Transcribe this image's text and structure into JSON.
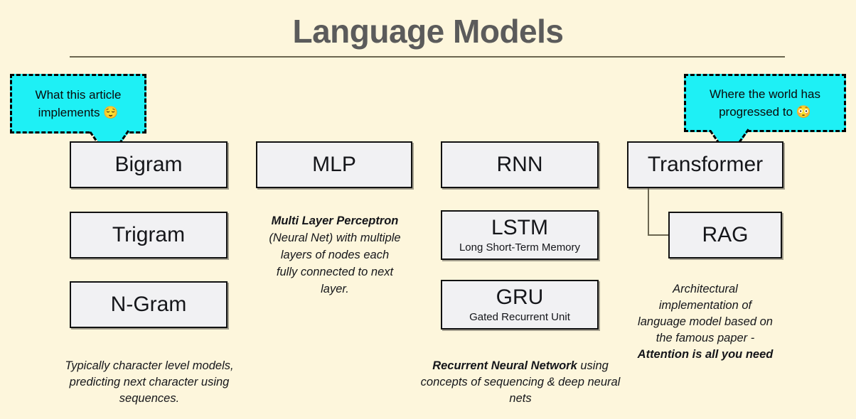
{
  "page": {
    "title": "Language Models",
    "background_color": "#fdf6dc",
    "box_fill_color": "#f1f1f3",
    "box_border_color": "#111111",
    "callout_color": "#1ef0f5",
    "title_color": "#5b5b5b"
  },
  "callouts": [
    {
      "id": "left-callout",
      "text": "What this article implements 😌",
      "emoji": "😌",
      "points_to": "Bigram"
    },
    {
      "id": "right-callout",
      "text": "Where the world has progressed to 😳",
      "emoji": "😳",
      "points_to": "Transformer"
    }
  ],
  "columns": [
    {
      "id": "ngram-column",
      "nodes": [
        {
          "title": "Bigram",
          "subtitle": ""
        },
        {
          "title": "Trigram",
          "subtitle": ""
        },
        {
          "title": "N-Gram",
          "subtitle": ""
        }
      ],
      "caption_html": "Typically character level models, predicting next character using sequences."
    },
    {
      "id": "mlp-column",
      "nodes": [
        {
          "title": "MLP",
          "subtitle": ""
        }
      ],
      "description_html": "<b>Multi Layer Perceptron</b> (Neural Net) with multiple layers of nodes each fully connected to next layer."
    },
    {
      "id": "rnn-column",
      "nodes": [
        {
          "title": "RNN",
          "subtitle": ""
        },
        {
          "title": "LSTM",
          "subtitle": "Long Short-Term Memory"
        },
        {
          "title": "GRU",
          "subtitle": "Gated Recurrent Unit"
        }
      ],
      "caption_html": "<b>Recurrent Neural Network</b> using concepts of sequencing &amp; deep neural nets"
    },
    {
      "id": "transformer-column",
      "nodes": [
        {
          "title": "Transformer",
          "subtitle": ""
        },
        {
          "title": "RAG",
          "subtitle": ""
        }
      ],
      "caption_html": "Architectural implementation of language model based on the famous paper - <b>Attention is all you need</b>"
    }
  ]
}
